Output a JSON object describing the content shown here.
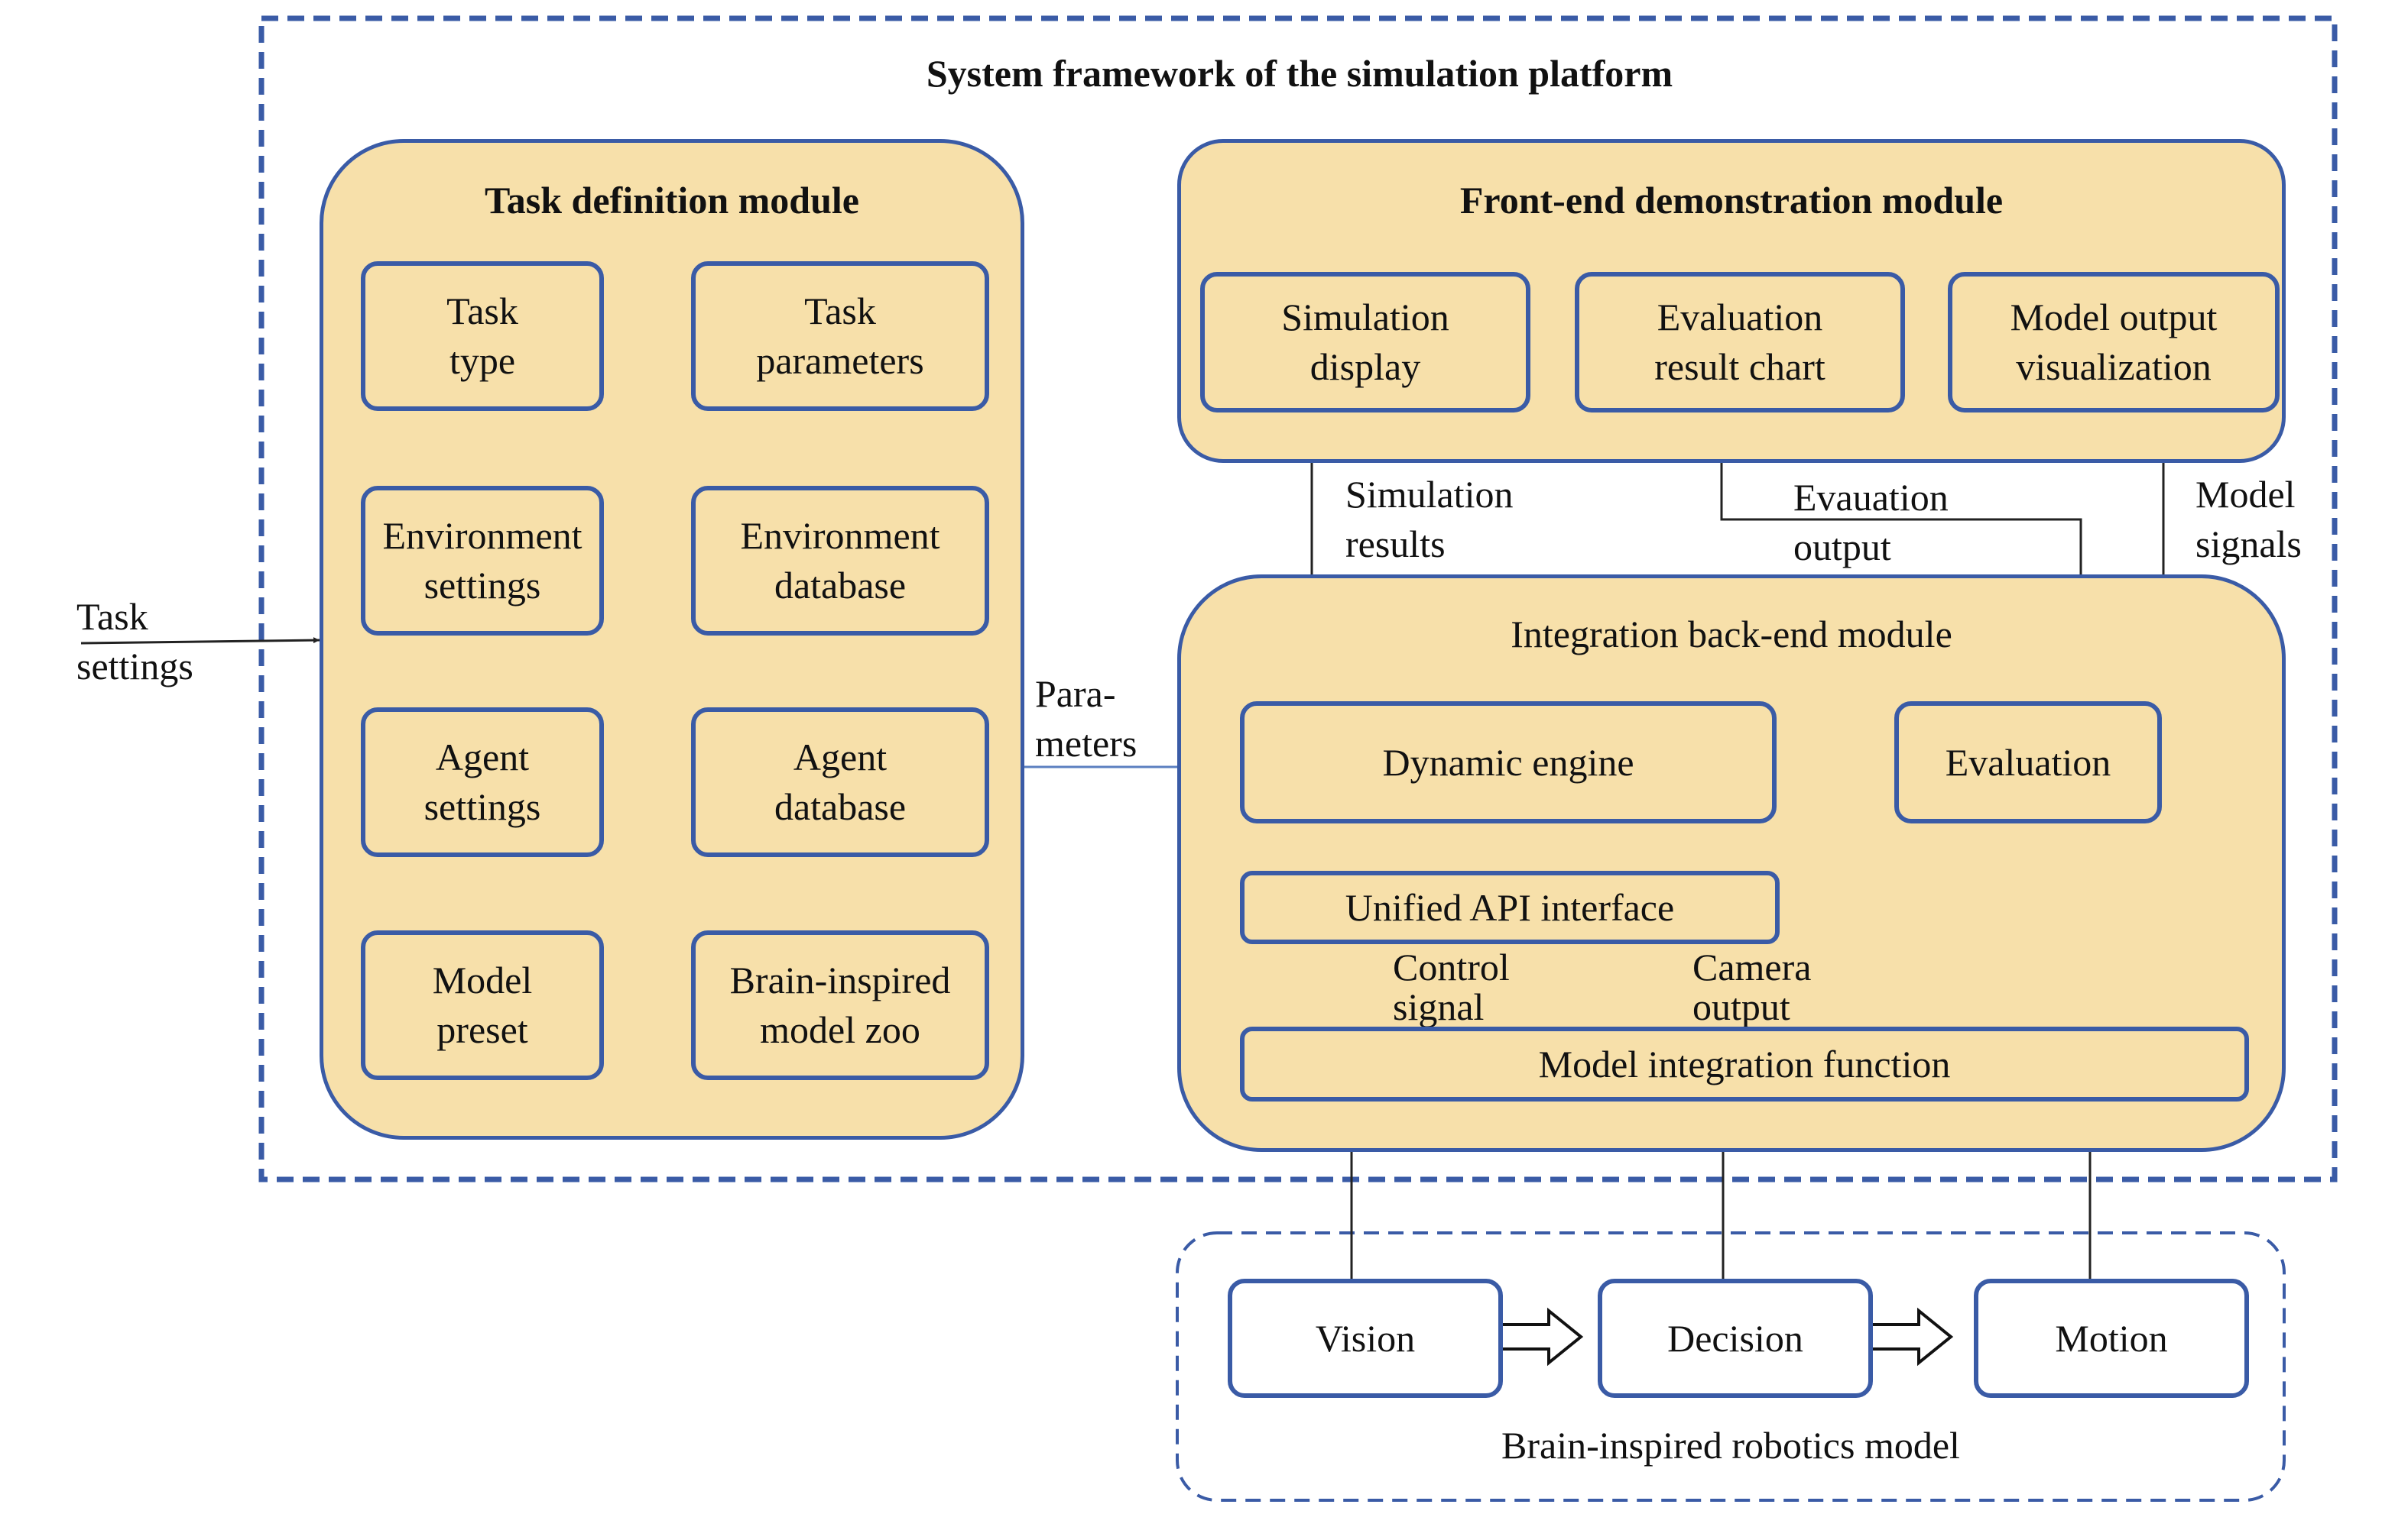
{
  "framework": {
    "title": "System framework of the simulation platform"
  },
  "external": {
    "task_settings": "Task\nsettings"
  },
  "task_module": {
    "title": "Task definition module",
    "task_type": "Task\ntype",
    "task_parameters": "Task\nparameters",
    "environment_settings": "Environment\nsettings",
    "environment_database": "Environment\ndatabase",
    "agent_settings": "Agent\nsettings",
    "agent_database": "Agent\ndatabase",
    "model_preset": "Model\npreset",
    "model_zoo": "Brain-inspired\nmodel zoo"
  },
  "frontend_module": {
    "title": "Front-end demonstration module",
    "simulation_display": "Simulation\ndisplay",
    "evaluation_chart": "Evaluation\nresult chart",
    "model_visualization": "Model output\nvisualization"
  },
  "flows": {
    "simulation_results": "Simulation\nresults",
    "evaluation_output": "Evauation\noutput",
    "model_signals": "Model\nsignals",
    "parameters": "Para-\nmeters",
    "control_signal": "Control\nsignal",
    "camera_output": "Camera\noutput"
  },
  "backend_module": {
    "title": "Integration back-end module",
    "dynamic_engine": "Dynamic engine",
    "evaluation": "Evaluation",
    "api_interface": "Unified API interface",
    "integration_function": "Model integration function"
  },
  "robotics_model": {
    "title": "Brain-inspired robotics model",
    "vision": "Vision",
    "decision": "Decision",
    "motion": "Motion"
  },
  "colors": {
    "module_fill": "#f7e0aa",
    "box_border": "#3a5ba6",
    "frame_dash": "#3a5ba6",
    "arrow": "#222222",
    "parameter_arrow": "#5b7fc0"
  }
}
